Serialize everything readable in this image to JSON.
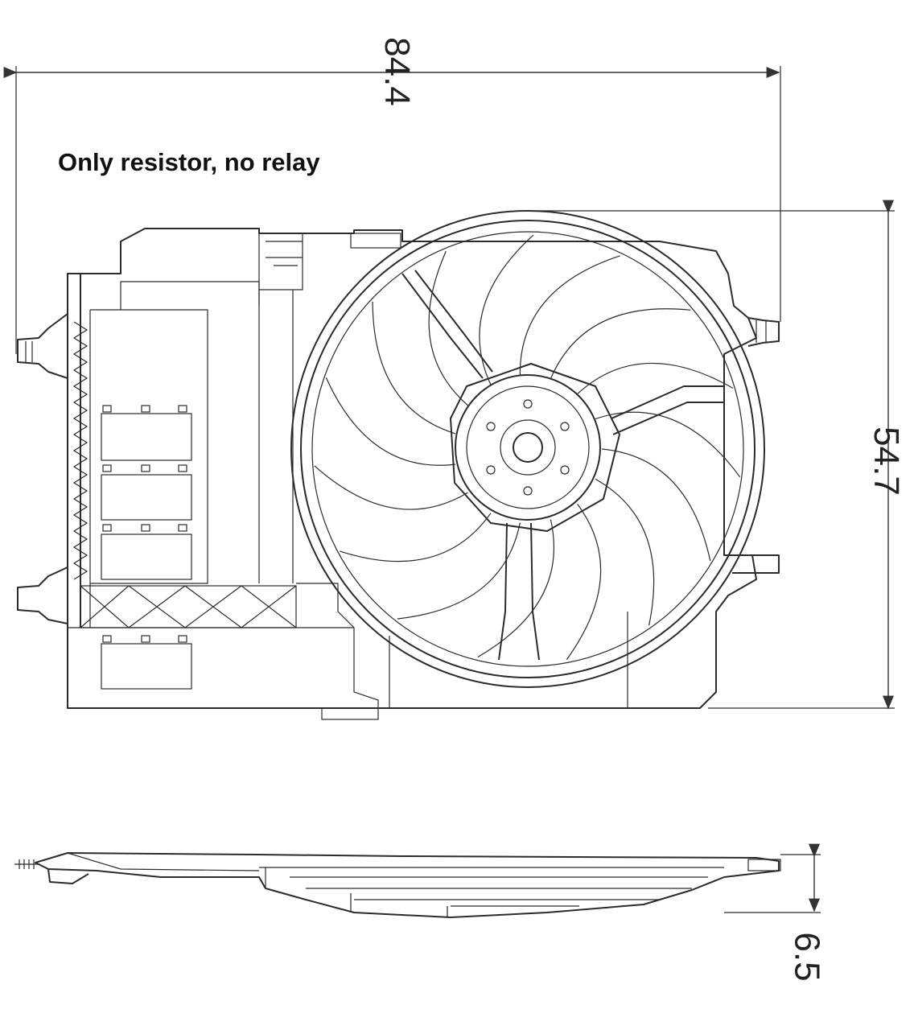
{
  "note": "Only resistor, no relay",
  "dimensions": {
    "width": "84.4",
    "height": "54.7",
    "depth": "6.5"
  }
}
